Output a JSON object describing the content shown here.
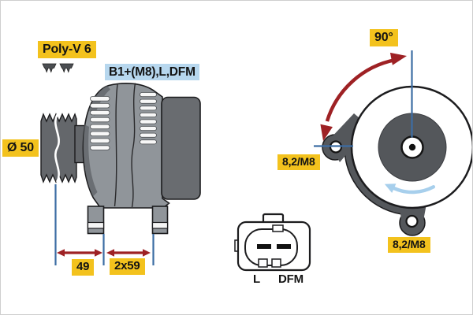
{
  "labels": {
    "poly_v": "Poly-V 6",
    "b1": "B1+(M8),L,DFM",
    "diameter": "Ø 50",
    "dim_49": "49",
    "dim_2x59": "2x59",
    "angle_90": "90°",
    "m8_left": "8,2/M8",
    "m8_bottom": "8,2/M8",
    "pin_l": "L",
    "pin_dfm": "DFM"
  },
  "colors": {
    "label_yellow": "#f3c21d",
    "label_blue": "#b7d7ee",
    "arrow_red": "#9e2124",
    "dim_blue": "#3c6da4",
    "arrow_lightblue": "#a7cfec",
    "body_gray": "#90959a",
    "body_dark": "#696c70",
    "pulley_gray": "#64676b",
    "bracket_dark": "#54575b",
    "outline": "#1c1c1e"
  }
}
